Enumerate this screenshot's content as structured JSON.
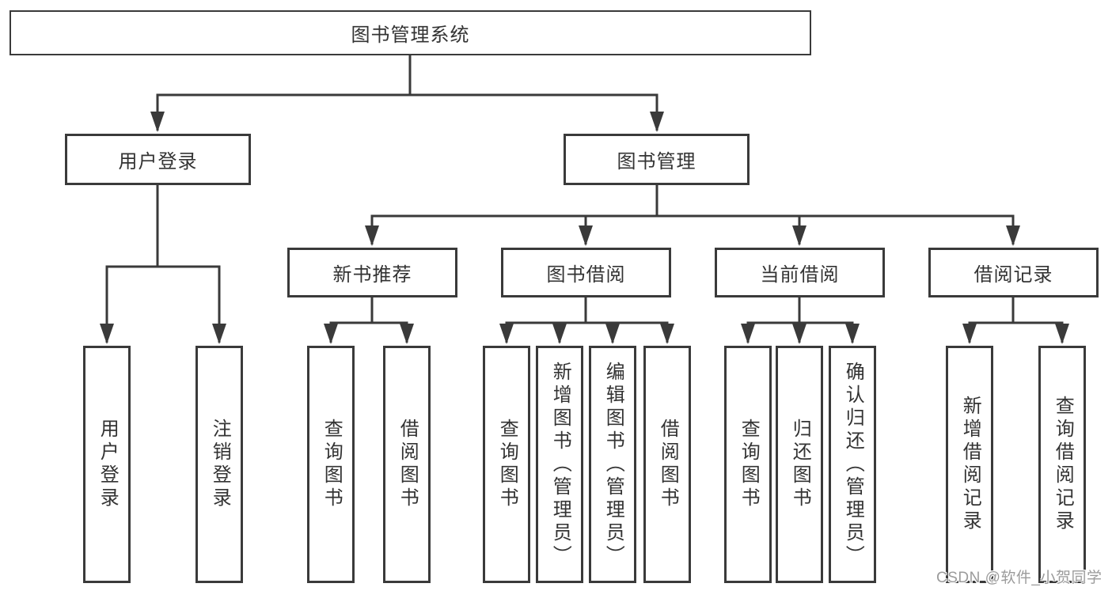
{
  "title": {
    "label": "图书管理系统"
  },
  "level2": {
    "user_login": {
      "label": "用户登录"
    },
    "book_management": {
      "label": "图书管理"
    }
  },
  "level3": {
    "new_book_recommendation": {
      "label": "新书推荐"
    },
    "book_borrowing": {
      "label": "图书借阅"
    },
    "current_borrowing": {
      "label": "当前借阅"
    },
    "borrowing_records": {
      "label": "借阅记录"
    }
  },
  "leaves": {
    "user_login": {
      "label": "用户登录"
    },
    "logout": {
      "label": "注销登录"
    },
    "recommend_query_books": {
      "label": "查询图书"
    },
    "recommend_borrow_books": {
      "label": "借阅图书"
    },
    "borrowing_query_books": {
      "label": "查询图书"
    },
    "borrowing_add_books_admin": {
      "label": "新增图书（管理员）"
    },
    "borrowing_edit_books_admin": {
      "label": "编辑图书（管理员）"
    },
    "borrowing_borrow_books": {
      "label": "借阅图书"
    },
    "current_query_books": {
      "label": "查询图书"
    },
    "current_return_books": {
      "label": "归还图书"
    },
    "current_confirm_return_admin": {
      "label": "确认归还（管理员）"
    },
    "records_add_record": {
      "label": "新增借阅记录"
    },
    "records_query_record": {
      "label": "查询借阅记录"
    }
  },
  "watermark": {
    "text": "CSDN @软件_小贺同学"
  },
  "colors": {
    "line": "#3a3a3a",
    "text": "#333333",
    "watermark": "#9b9b9b",
    "background": "#ffffff"
  }
}
